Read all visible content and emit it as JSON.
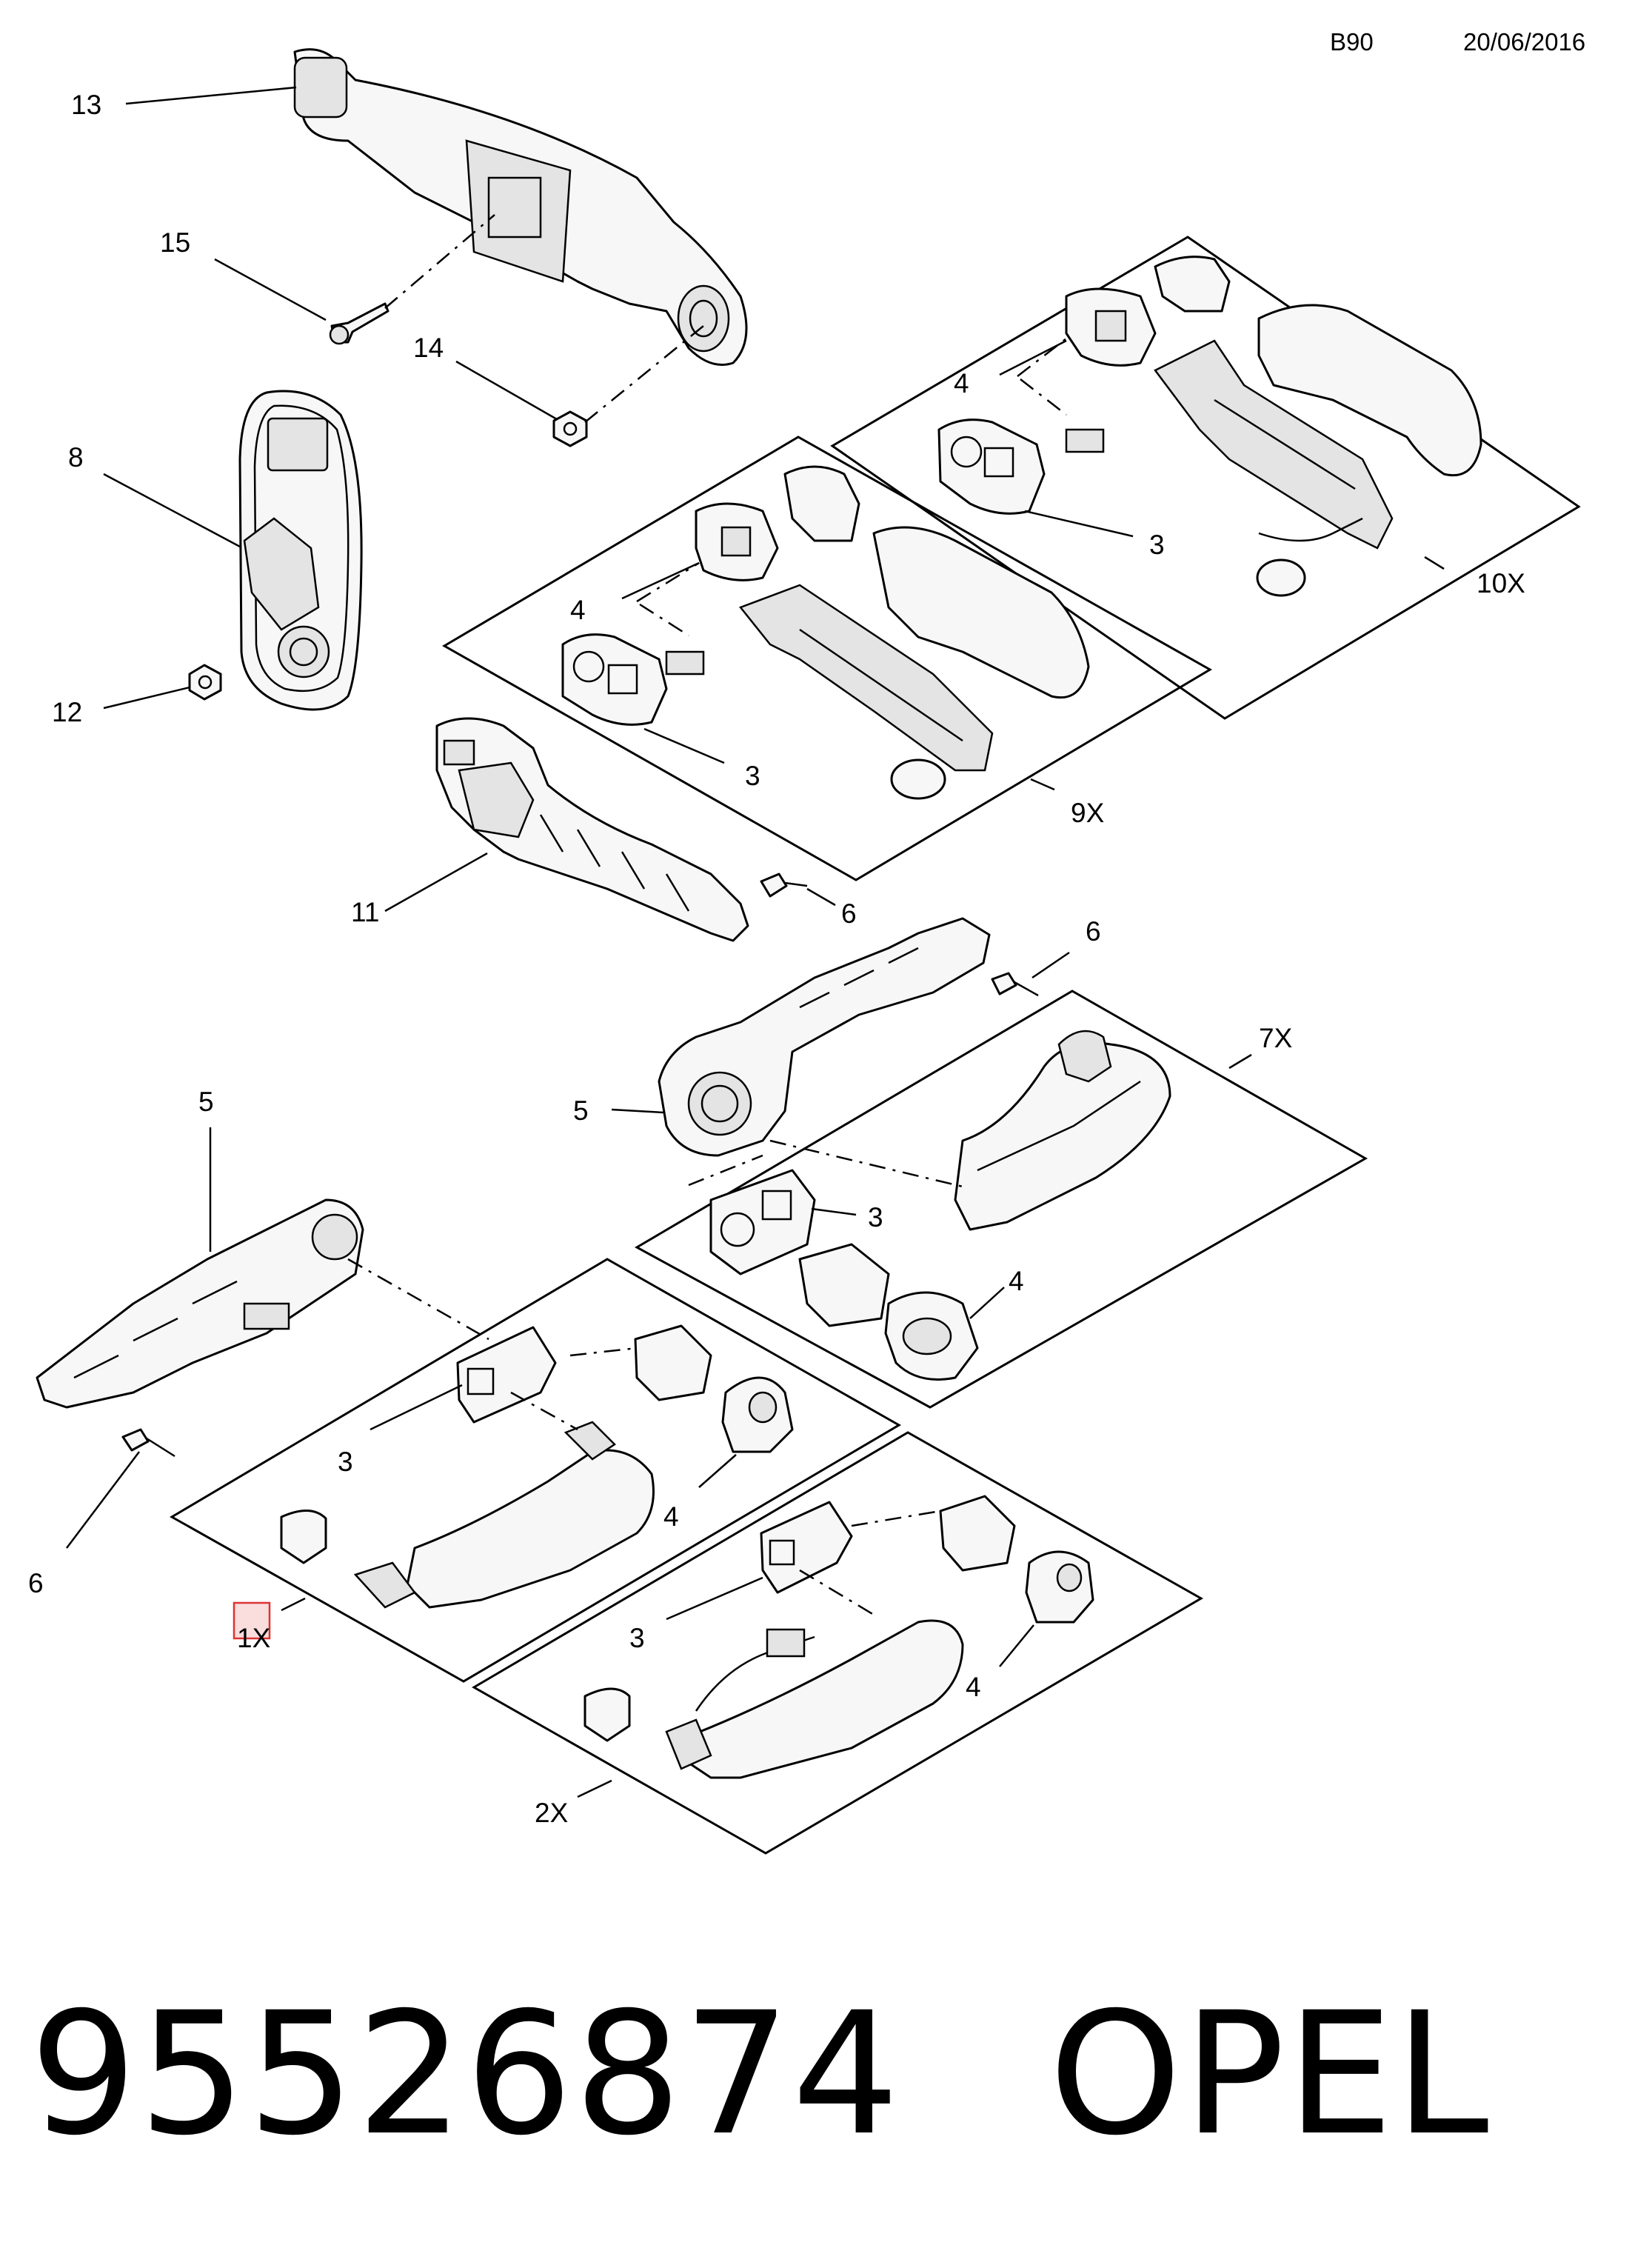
{
  "header": {
    "code": "B90",
    "date": "20/06/2016"
  },
  "callouts": {
    "c13": "13",
    "c15": "15",
    "c14": "14",
    "c8": "8",
    "c12": "12",
    "c11": "11",
    "c6a": "6",
    "c6b": "6",
    "c6c": "6",
    "c4a": "4",
    "c3a": "3",
    "c10x": "10X",
    "c4b": "4",
    "c3b": "3",
    "c9x": "9X",
    "c5a": "5",
    "c5b": "5",
    "c7x": "7X",
    "c3c": "3",
    "c4c": "4",
    "c3d": "3",
    "c4d": "4",
    "c1x": "1X",
    "c3e": "3",
    "c4e": "4",
    "c2x": "2X"
  },
  "footer": {
    "part_number": "95526874",
    "brand": "OPEL"
  }
}
